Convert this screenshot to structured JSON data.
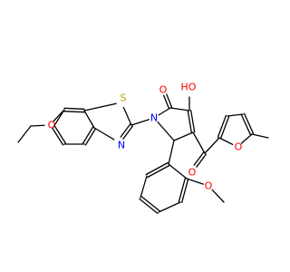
{
  "colors": {
    "bond": "#000000",
    "O": "#ff0000",
    "N": "#0000ff",
    "S": "#b8a200",
    "bg": "#ffffff"
  },
  "atoms": [
    {
      "id": "ethoxy_o",
      "text": "O",
      "element": "O"
    },
    {
      "id": "thiazole_s",
      "text": "S",
      "element": "S"
    },
    {
      "id": "thiazole_n",
      "text": "N",
      "element": "N"
    },
    {
      "id": "pyrrole_n",
      "text": "N",
      "element": "N"
    },
    {
      "id": "lactam_o",
      "text": "O",
      "element": "O"
    },
    {
      "id": "hydroxy",
      "text": "HO",
      "element": "O"
    },
    {
      "id": "furan_o",
      "text": "O",
      "element": "O"
    },
    {
      "id": "ketone_o",
      "text": "O",
      "element": "O"
    },
    {
      "id": "methoxy_o",
      "text": "O",
      "element": "O"
    }
  ]
}
